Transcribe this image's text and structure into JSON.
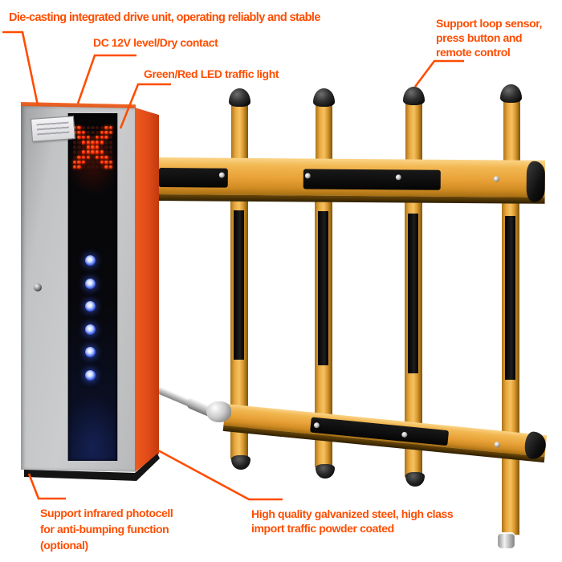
{
  "product": {
    "name": "fence-type barrier gate",
    "display": {
      "symbol": "X",
      "matrix": [
        "110000011",
        "111000111",
        "011101110",
        "001111100",
        "000111000",
        "001111100",
        "011101110",
        "111000111",
        "110000011"
      ],
      "blue_led_count": 6
    }
  },
  "colors": {
    "accent": "#FF4D00",
    "fence_orange": "#E8A137",
    "cabinet_red": "#E0491A",
    "cabinet_gray": "#C4C5C7",
    "led_red": "#FF2D00",
    "led_blue": "#5B7BFF"
  },
  "annotations": {
    "die_casting": {
      "text": "Die-casting integrated drive unit, operating reliably and stable"
    },
    "dc_contact": {
      "text": "DC 12V level/Dry contact"
    },
    "led_light": {
      "text": "Green/Red LED traffic light"
    },
    "loop_sensor": {
      "lines": [
        "Support loop sensor,",
        "press button and",
        "remote control"
      ]
    },
    "photocell": {
      "lines": [
        "Support infrared photocell",
        "for anti-bumping function",
        "(optional)"
      ]
    },
    "steel": {
      "lines": [
        "High quality galvanized steel, high class",
        "import traffic powder coated"
      ]
    }
  }
}
